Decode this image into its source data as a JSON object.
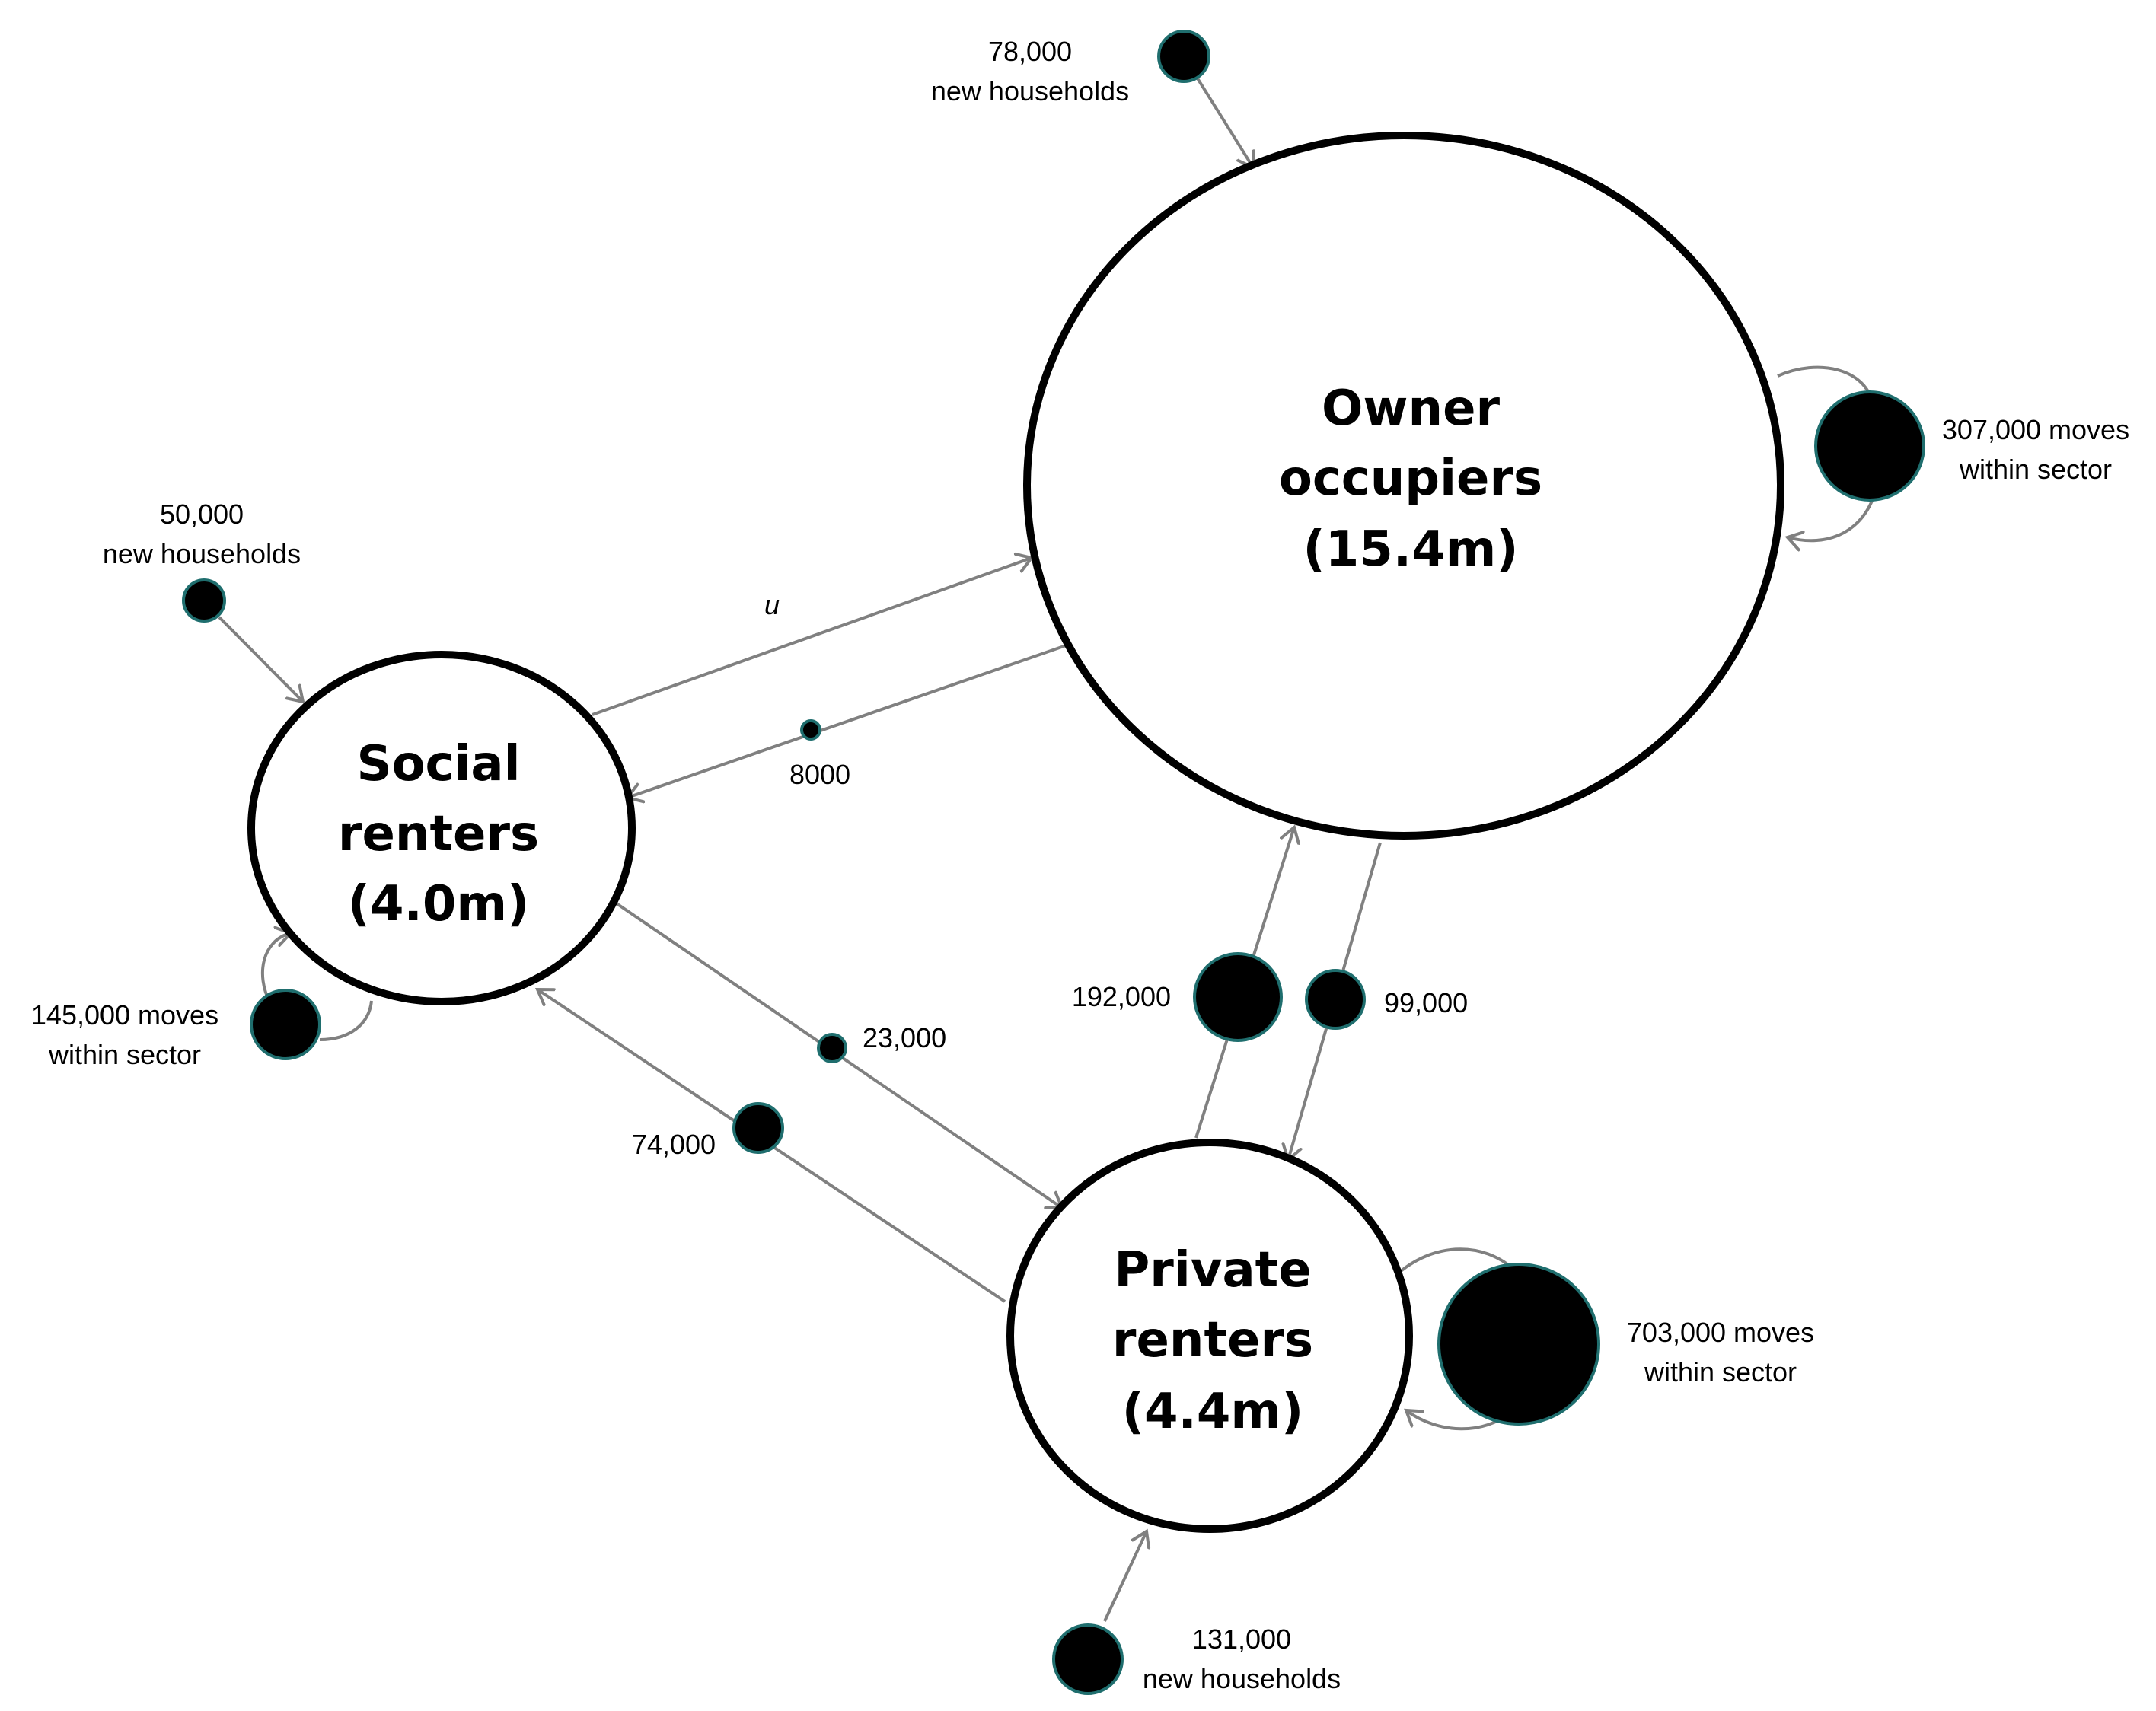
{
  "sectors": {
    "owner": {
      "name_line1": "Owner",
      "name_line2": "occupiers",
      "size": "(15.4m)"
    },
    "social": {
      "name_line1": "Social",
      "name_line2": "renters",
      "size": "(4.0m)"
    },
    "private": {
      "name_line1": "Private",
      "name_line2": "renters",
      "size": "(4.4m)"
    }
  },
  "new_households": {
    "owner": {
      "value": "78,000",
      "label": "new households"
    },
    "social": {
      "value": "50,000",
      "label": "new households"
    },
    "private": {
      "value": "131,000",
      "label": "new households"
    }
  },
  "within_sector_moves": {
    "owner": {
      "line1": "307,000 moves",
      "line2": "within sector"
    },
    "social": {
      "line1": "145,000 moves",
      "line2": "within sector"
    },
    "private": {
      "line1": "703,000 moves",
      "line2": "within sector"
    }
  },
  "transfers": {
    "social_to_owner": "u",
    "owner_to_social": "8000",
    "social_to_private": "23,000",
    "private_to_social": "74,000",
    "private_to_owner": "192,000",
    "owner_to_private": "99,000"
  },
  "colors": {
    "ring": "#000000",
    "dot_fill": "#000000",
    "dot_outline": "#1f6e6e",
    "arrow": "#808080"
  }
}
